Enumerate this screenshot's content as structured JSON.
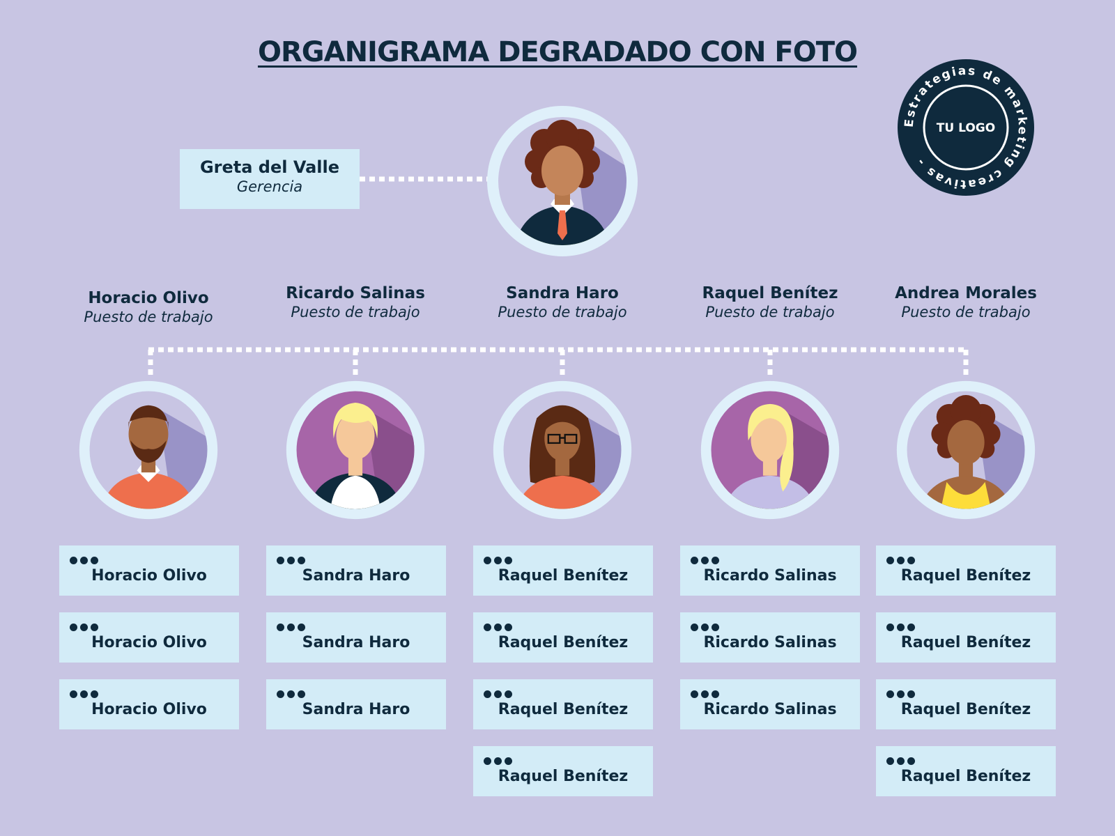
{
  "title": "ORGANIGRAMA DEGRADADO CON FOTO",
  "logo": {
    "center_text": "TU LOGO",
    "ring_text": "Estrategias de marketing creativas - "
  },
  "boss": {
    "name": "Greta del Valle",
    "role": "Gerencia"
  },
  "columns": [
    {
      "name": "Horacio Olivo",
      "role": "Puesto de trabajo",
      "cards": [
        "Horacio Olivo",
        "Horacio Olivo",
        "Horacio Olivo"
      ]
    },
    {
      "name": "Ricardo Salinas",
      "role": "Puesto de trabajo",
      "cards": [
        "Sandra Haro",
        "Sandra Haro",
        "Sandra Haro"
      ]
    },
    {
      "name": "Sandra Haro",
      "role": "Puesto de trabajo",
      "cards": [
        "Raquel Benítez",
        "Raquel Benítez",
        "Raquel Benítez",
        "Raquel Benítez"
      ]
    },
    {
      "name": "Raquel Benítez",
      "role": "Puesto de trabajo",
      "cards": [
        "Ricardo Salinas",
        "Ricardo Salinas",
        "Ricardo Salinas"
      ]
    },
    {
      "name": "Andrea Morales",
      "role": "Puesto de trabajo",
      "cards": [
        "Raquel Benítez",
        "Raquel Benítez",
        "Raquel Benítez",
        "Raquel Benítez"
      ]
    }
  ],
  "colors": {
    "background": "#c8c5e3",
    "box": "#d3ecf7",
    "text": "#0f2a3d",
    "ring": "#dff0fa",
    "grass": "#7aa51a"
  }
}
